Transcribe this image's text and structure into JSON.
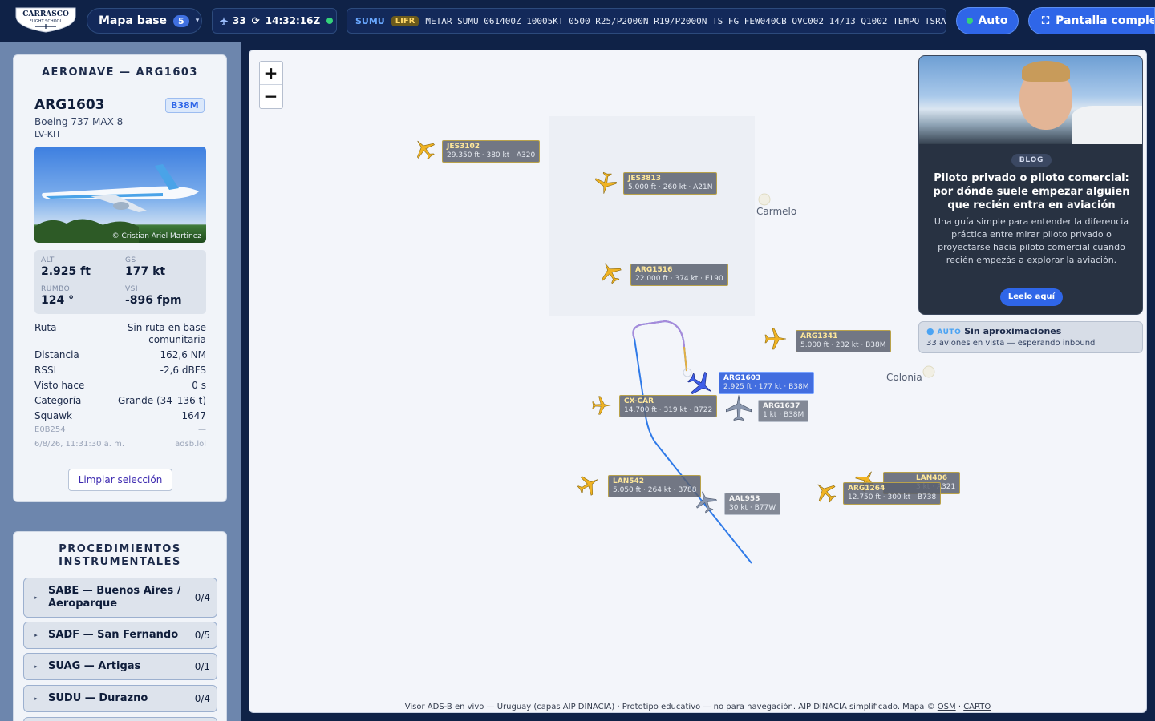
{
  "header": {
    "logo_line1": "CARRASCO",
    "logo_line2": "FLIGHT SCHOOL",
    "map_base_label": "Mapa base",
    "map_base_count": "5",
    "aircraft_count": "33",
    "clock": "14:32:16Z",
    "metar_station": "SUMU",
    "metar_category": "LIFR",
    "metar_raw": "METAR SUMU 061400Z 10005KT 0500 R25/P2000N R19/P2000N TS FG FEW040CB OVC002 14/13 Q1002 TEMPO TSRA",
    "auto_label": "Auto",
    "fullscreen_label": "Pantalla completa"
  },
  "aircraft_panel": {
    "title": "AERONAVE — ARG1603",
    "callsign": "ARG1603",
    "type_badge": "B38M",
    "model": "Boeing 737 MAX 8",
    "registration": "LV-KIT",
    "photo_credit": "© Cristian Ariel Martinez",
    "stats": {
      "alt_label": "ALT",
      "alt_value": "2.925 ft",
      "gs_label": "GS",
      "gs_value": "177 kt",
      "heading_label": "RUMBO",
      "heading_value": "124 °",
      "vsi_label": "VSI",
      "vsi_value": "-896 fpm"
    },
    "details": [
      {
        "key": "Ruta",
        "value": "Sin ruta en base comunitaria"
      },
      {
        "key": "Distancia",
        "value": "162,6 NM"
      },
      {
        "key": "RSSI",
        "value": "-2,6 dBFS"
      },
      {
        "key": "Visto hace",
        "value": "0 s"
      },
      {
        "key": "Categoría",
        "value": "Grande (34–136 t)"
      },
      {
        "key": "Squawk",
        "value": "1647"
      }
    ],
    "hex": "E0B254",
    "hex_extra": "—",
    "timestamp": "6/8/26, 11:31:30 a. m.",
    "source": "adsb.lol",
    "clear_button": "Limpiar selección"
  },
  "procedures": {
    "title": "PROCEDIMIENTOS INSTRUMENTALES",
    "items": [
      {
        "name": "SABE — Buenos Aires / Aeroparque",
        "count": "0/4"
      },
      {
        "name": "SADF — San Fernando",
        "count": "0/5"
      },
      {
        "name": "SUAG — Artigas",
        "count": "0/1"
      },
      {
        "name": "SUDU — Durazno",
        "count": "0/4"
      }
    ]
  },
  "map": {
    "zoom_in": "+",
    "zoom_out": "−",
    "towns": [
      {
        "name": "Carmelo"
      },
      {
        "name": "Colonia"
      }
    ],
    "aircraft": [
      {
        "callsign": "JES3102",
        "detail": "29.350 ft · 380 kt · A320"
      },
      {
        "callsign": "JES3813",
        "detail": "5.000 ft · 260 kt · A21N"
      },
      {
        "callsign": "ARG1516",
        "detail": "22.000 ft · 374 kt · E190"
      },
      {
        "callsign": "ARG1341",
        "detail": "5.000 ft · 232 kt · B38M"
      },
      {
        "callsign": "ARG1603",
        "detail": "2.925 ft · 177 kt · B38M"
      },
      {
        "callsign": "ARG1637",
        "detail": "1 kt · B38M"
      },
      {
        "callsign": "CX-CAR",
        "detail": "14.700 ft · 319 kt · B722"
      },
      {
        "callsign": "LAN542",
        "detail": "5.050 ft · 264 kt · B788"
      },
      {
        "callsign": "AAL953",
        "detail": "30 kt · B77W"
      },
      {
        "callsign": "LAN406",
        "detail": "3 kt · A321"
      },
      {
        "callsign": "ARG1264",
        "detail": "12.750 ft · 300 kt · B738"
      }
    ],
    "footer_text": "Visor ADS-B en vivo — Uruguay (capas AIP DINACIA) · Prototipo educativo — no para navegación. AIP DINACIA simplificado. Mapa ©",
    "footer_link_osm": "OSM",
    "footer_link_carto": "CARTO",
    "footer_sep": "·"
  },
  "blog": {
    "tag": "BLOG",
    "title": "Piloto privado o piloto comercial: por dónde suele empezar alguien que recién entra en aviación",
    "description": "Una guía simple para entender la diferencia práctica entre mirar piloto privado o proyectarse hacia piloto comercial cuando recién empezás a explorar la aviación.",
    "button": "Leelo aquí"
  },
  "approach_status": {
    "mode": "AUTO",
    "title": "Sin aproximaciones",
    "subtitle": "33 aviones en vista — esperando inbound"
  },
  "colors": {
    "accent": "#2f66e8",
    "navy": "#0f2247",
    "plane_yellow": "#f0b323",
    "selected_plane": "#3f5ee8",
    "ground_plane": "#8a97ae"
  }
}
